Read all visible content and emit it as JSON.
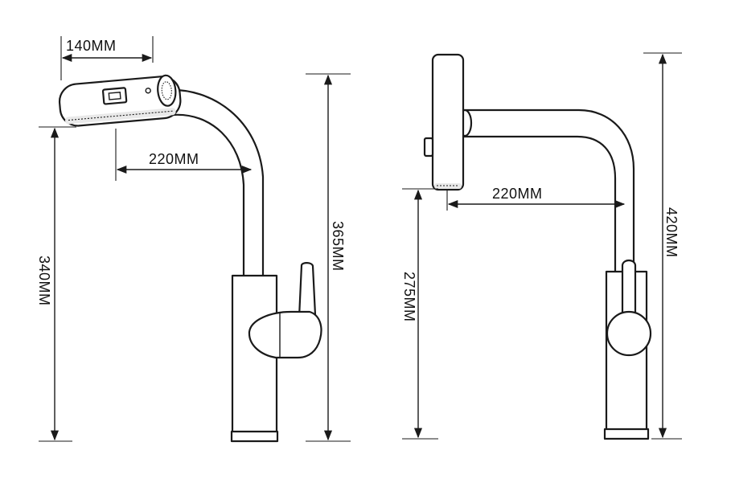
{
  "diagram": {
    "left_view": {
      "dim_top_width": "140MM",
      "dim_reach": "220MM",
      "dim_outlet_height": "340MM",
      "dim_total_height": "365MM"
    },
    "right_view": {
      "dim_reach": "220MM",
      "dim_outlet_height": "275MM",
      "dim_total_height": "420MM"
    }
  }
}
